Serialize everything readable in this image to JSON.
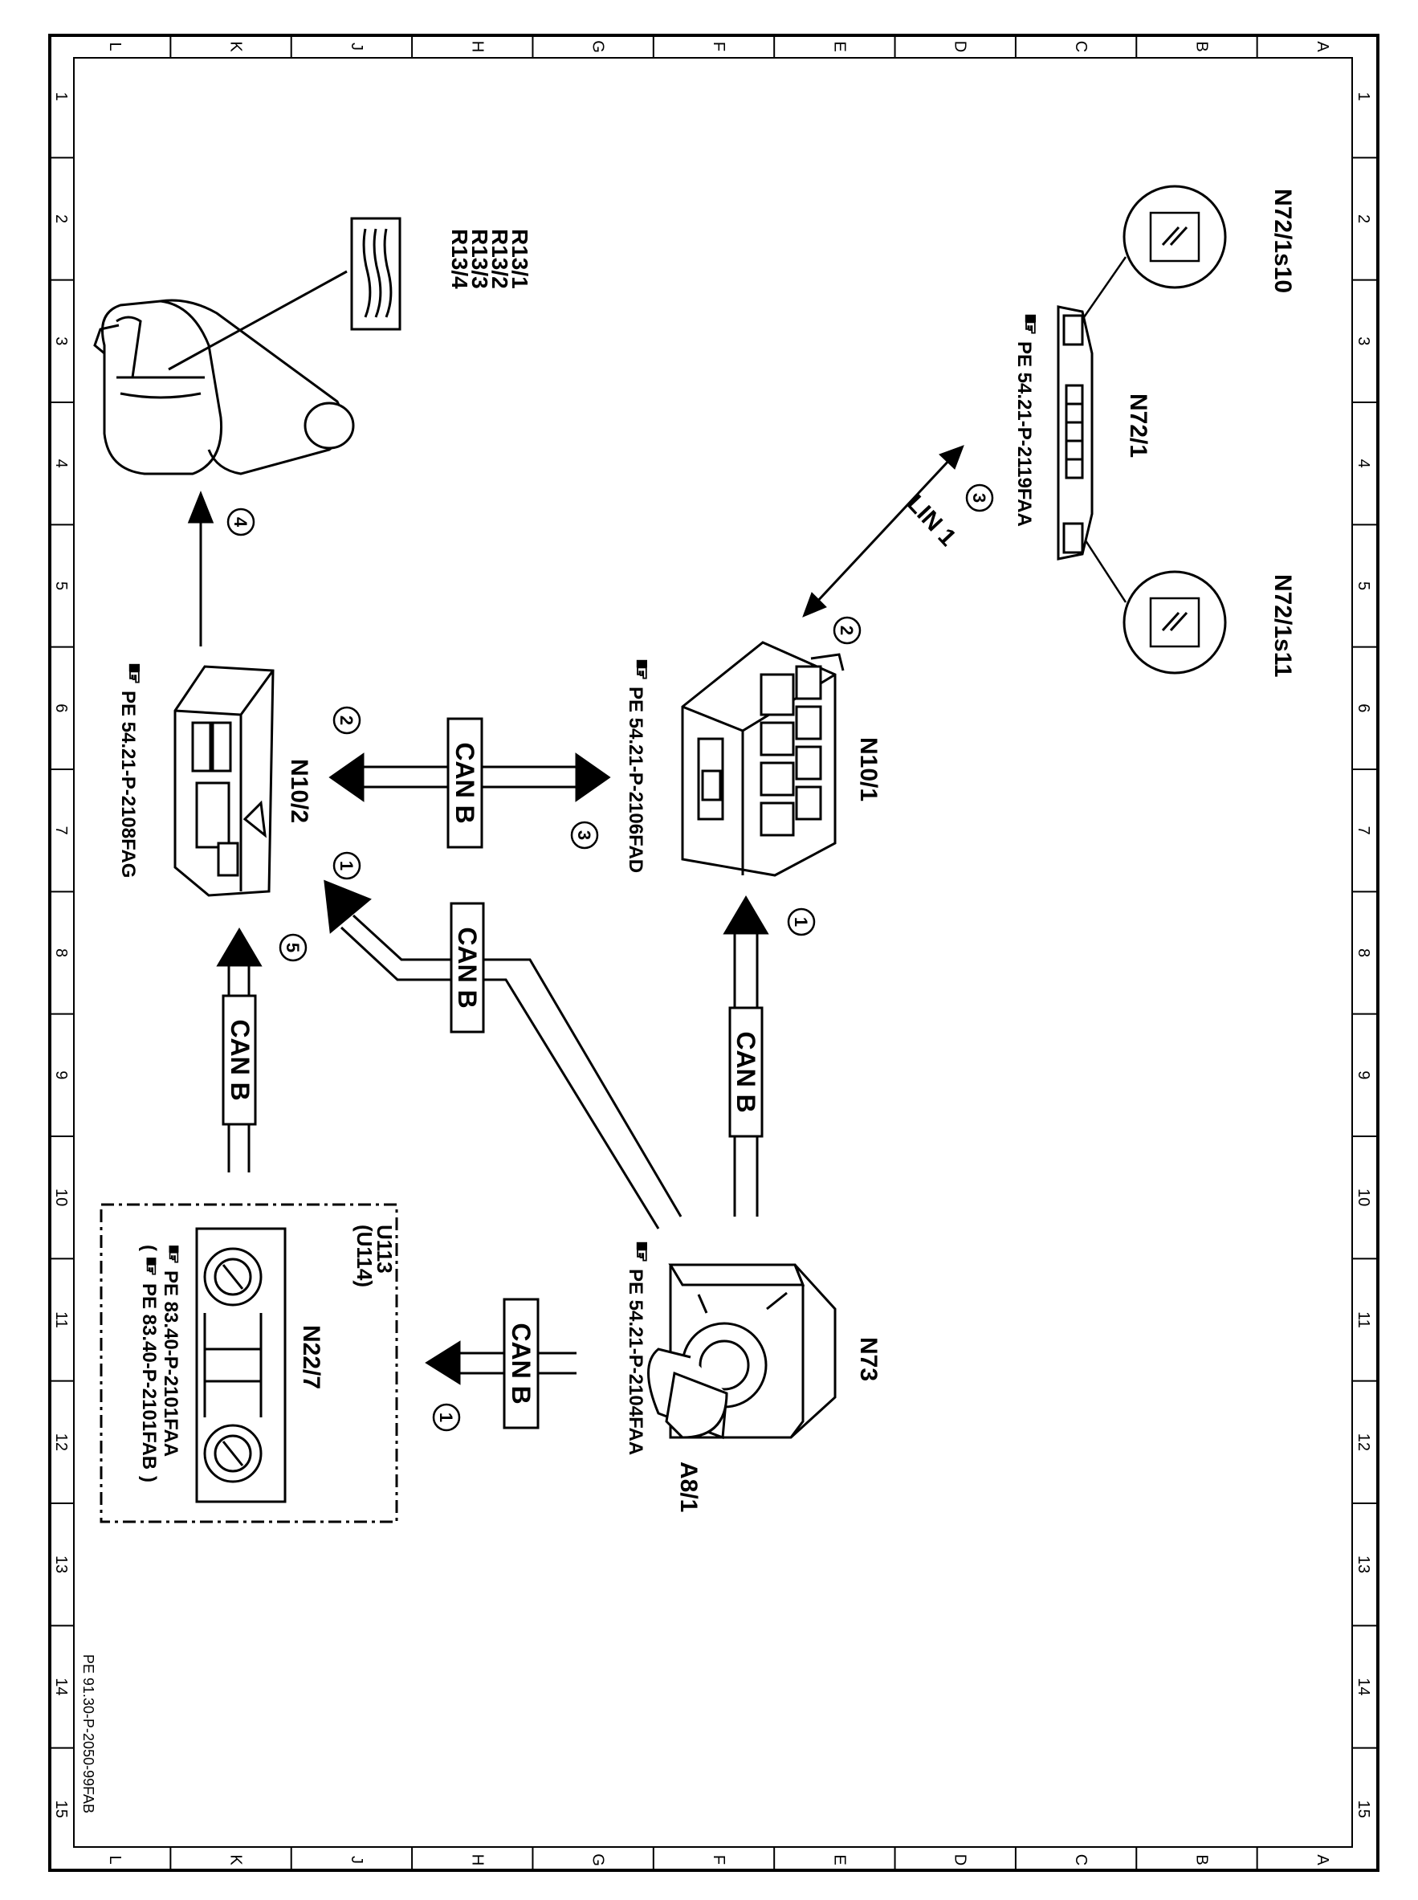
{
  "border": {
    "column_letters": [
      "L",
      "K",
      "J",
      "H",
      "G",
      "F",
      "E",
      "D",
      "C",
      "B",
      "A"
    ],
    "row_numbers": [
      "1",
      "2",
      "3",
      "4",
      "5",
      "6",
      "7",
      "8",
      "9",
      "10",
      "11",
      "12",
      "13",
      "14",
      "15"
    ],
    "doc_id": "PE 91.30-P-2050-99FAB"
  },
  "components": {
    "n72_1s10": "N72/1s10",
    "n72_1s11": "N72/1s11",
    "n72_1": "N72/1",
    "n72_1_ref": "PE 54.21-P-2119FAA",
    "n10_1": "N10/1",
    "n10_1_ref": "PE 54.21-P-2106FAD",
    "n10_2": "N10/2",
    "n10_2_ref": "PE 54.21-P-2108FAG",
    "seat_heaters": [
      "R13/1",
      "R13/2",
      "R13/3",
      "R13/4"
    ],
    "n73": "N73",
    "a8_1": "A8/1",
    "n73_ref": "PE 54.21-P-2104FAA",
    "u113": "U113",
    "u114": "(U114)",
    "n22_7": "N22/7",
    "n22_7_ref1": "PE 83.40-P-2101FAA",
    "n22_7_ref2": "PE 83.40-P-2101FAB"
  },
  "buses": {
    "lin": "LIN 1",
    "can": "CAN B"
  },
  "steps": {
    "s1": "1",
    "s2": "2",
    "s3": "3",
    "s4": "4",
    "s5": "5"
  },
  "icons": [
    "hand-pointer-icon",
    "seat-heater-icon",
    "seat-icon",
    "ignition-switch-icon",
    "control-unit-icon"
  ]
}
